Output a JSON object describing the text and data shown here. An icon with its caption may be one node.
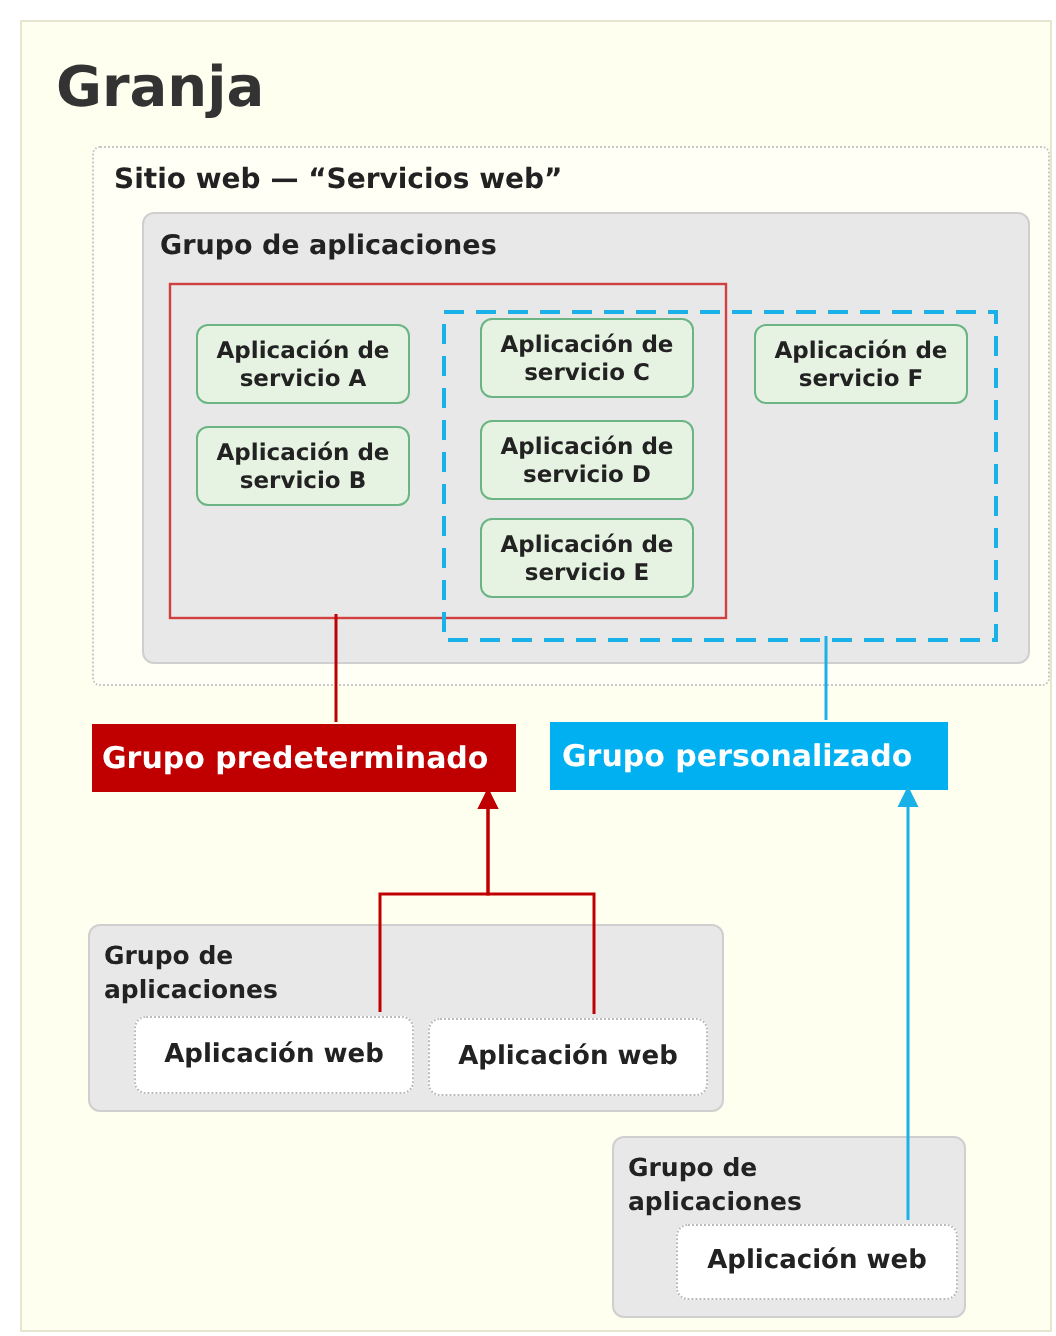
{
  "diagram": {
    "nodes": [
      {
        "text": [
          "Granja"
        ]
      },
      {
        "text": [
          "Sitio web — “Servicios web”"
        ],
        "in": 0
      },
      {
        "text": [
          "Grupo de aplicaciones"
        ],
        "in": 1
      },
      {
        "text": [],
        "shape": "box",
        "in": 2
      },
      {
        "text": [],
        "shape": "box",
        "in": 2
      },
      {
        "text": [
          "Aplicación de servicio A"
        ],
        "in": 3
      },
      {
        "text": [
          "Aplicación de servicio B"
        ],
        "in": 3
      },
      {
        "text": [
          "Aplicación de servicio C"
        ]
      },
      {
        "text": [
          "Aplicación de servicio D"
        ]
      },
      {
        "text": [
          "Aplicación de servicio E"
        ]
      },
      {
        "text": [
          "Aplicación de servicio F"
        ],
        "in": 4
      },
      {
        "text": [
          "Grupo predeterminado"
        ],
        "in": 0
      },
      {
        "text": [
          "Grupo personalizado"
        ],
        "in": 0
      },
      {
        "text": [
          "Grupo de aplicaciones"
        ],
        "in": 0
      },
      {
        "text": [
          "Aplicación web"
        ],
        "in": 13
      },
      {
        "text": [
          "Aplicación web"
        ],
        "in": 13
      },
      {
        "text": [
          "Grupo de aplicaciones"
        ],
        "in": 0
      },
      {
        "text": [
          "Aplicación web"
        ],
        "in": 16
      }
    ],
    "edges": [
      {
        "from": 3,
        "to": 11,
        "arrow": "none"
      },
      {
        "from": 4,
        "to": 12,
        "arrow": "none",
        "color": "#1ab0e8"
      },
      {
        "from": 14,
        "to": 11,
        "arrow": "to"
      },
      {
        "from": 15,
        "to": 11,
        "arrow": "to"
      },
      {
        "from": 17,
        "to": 12,
        "arrow": "to",
        "color": "#1ab0e8"
      }
    ]
  }
}
